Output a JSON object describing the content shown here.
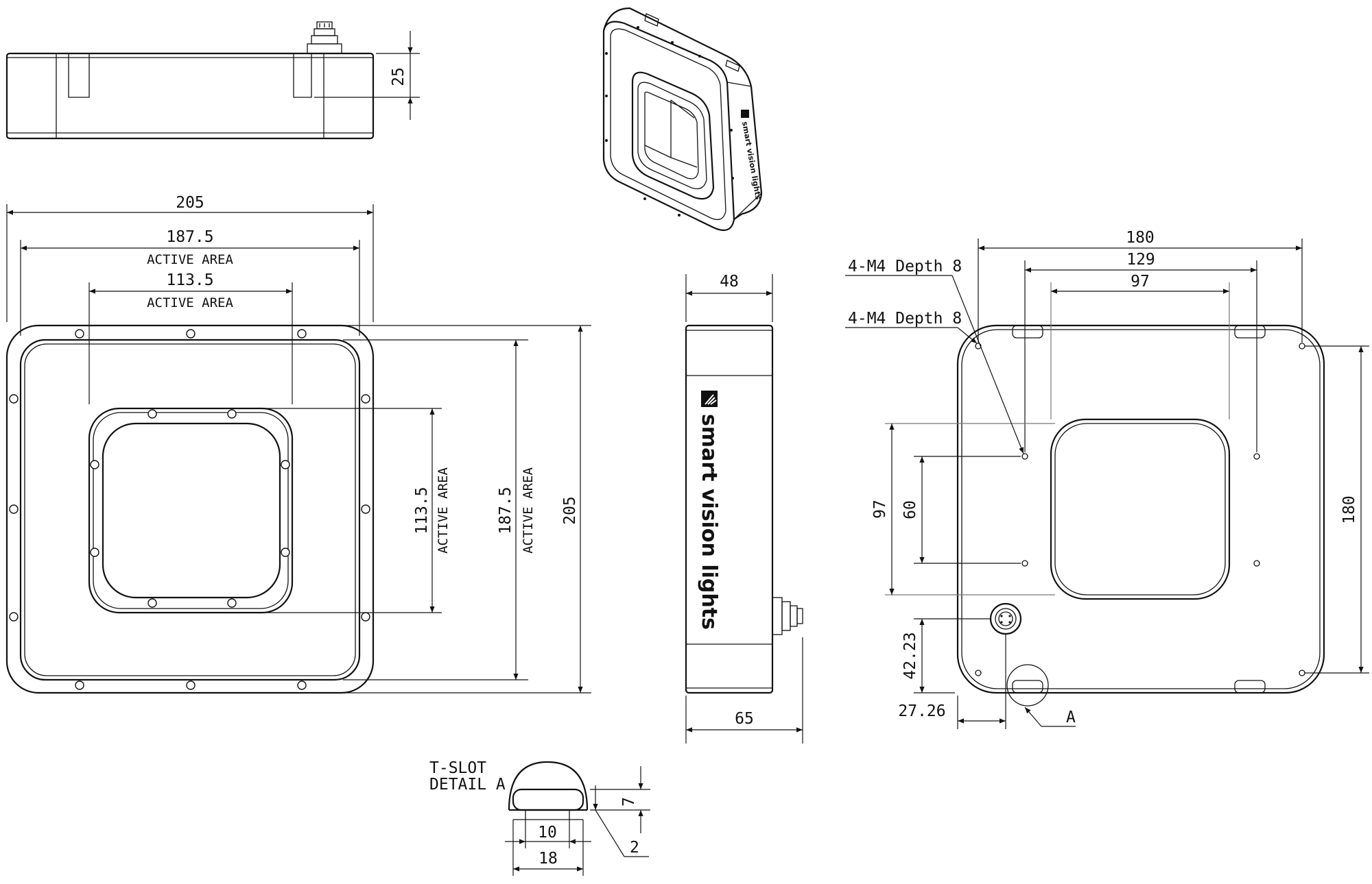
{
  "dimensions": {
    "top_height": "25",
    "front_width": "205",
    "front_outer_active": "187.5",
    "front_inner_active": "113.5",
    "front_height": "205",
    "active_area_label": "ACTIVE AREA",
    "side_depth": "48",
    "side_total": "65",
    "back_width": "180",
    "back_height": "180",
    "back_hole_spacing": "129",
    "back_aperture": "97",
    "back_aperture_v": "97",
    "back_hole_v": "60",
    "connector_y": "42.23",
    "connector_x": "27.26"
  },
  "callouts": {
    "m4_upper": "4-M4 Depth 8",
    "m4_lower": "4-M4 Depth 8",
    "detail_ref": "A"
  },
  "tslot": {
    "title_line1": "T-SLOT",
    "title_line2": "DETAIL A",
    "height": "7",
    "width_inner": "10",
    "width_outer": "18",
    "radius": "2"
  },
  "brand": "smart vision lights"
}
